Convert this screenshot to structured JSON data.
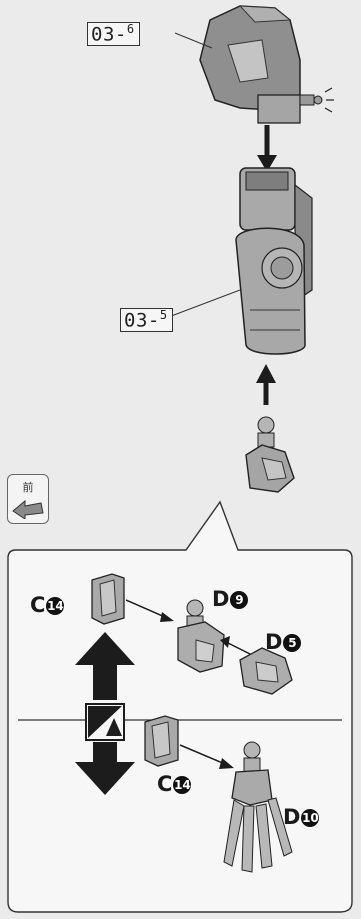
{
  "callouts": {
    "head_prefix": "03-",
    "head_suffix": "6",
    "joint_prefix": "03-",
    "joint_suffix": "5"
  },
  "front_badge": {
    "label": "前",
    "icon": "arrow-left-icon"
  },
  "detail": {
    "upper": {
      "part_c": {
        "letter": "C",
        "number": "14"
      },
      "part_d_main": {
        "letter": "D",
        "number": "9"
      },
      "part_d_small": {
        "letter": "D",
        "number": "5"
      }
    },
    "lower": {
      "part_c": {
        "letter": "C",
        "number": "14"
      },
      "part_d": {
        "letter": "D",
        "number": "10"
      }
    },
    "switch_icon": "option-swap-icon",
    "direction_icon": "up-down-arrow-icon"
  },
  "colors": {
    "part_fill": "#b9b9b9",
    "part_dark": "#6e6e6e",
    "arrow": "#1c1c1c",
    "paper": "#ebebeb",
    "box": "#f7f7f7"
  }
}
